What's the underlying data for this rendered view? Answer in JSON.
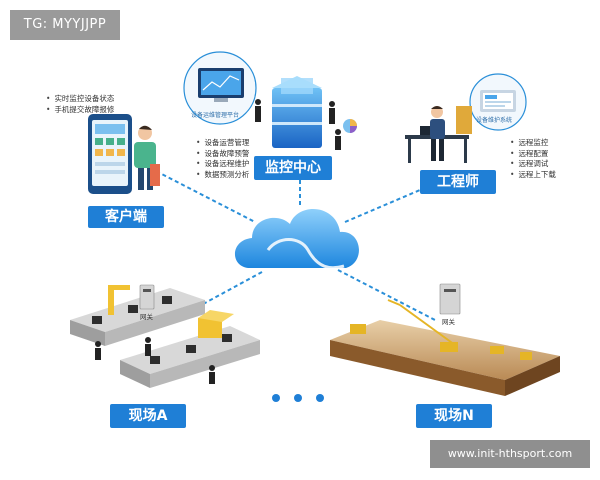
{
  "watermark": {
    "tag": "TG: MYYJJPP",
    "url": "www.init-hthsport.com"
  },
  "nodes": {
    "client": {
      "label": "客户端",
      "bullets": [
        "实时监控设备状态",
        "手机提交故障报修"
      ]
    },
    "center": {
      "label": "监控中心",
      "screen_caption": "设备运维管理平台",
      "bullets": [
        "设备运营管理",
        "设备故障预警",
        "设备远程维护",
        "数据预测分析"
      ]
    },
    "engineer": {
      "label": "工程师",
      "screen_caption": "设备维护系统",
      "bullets": [
        "远程监控",
        "远程配置",
        "远程调试",
        "远程上下载"
      ]
    },
    "site_a": {
      "label": "现场A",
      "gateway": "网关"
    },
    "site_n": {
      "label": "现场N",
      "gateway": "网关"
    }
  },
  "colors": {
    "accent": "#1f7fd6",
    "dash": "#2a8fd8",
    "cloud": "#3aa3ec"
  }
}
